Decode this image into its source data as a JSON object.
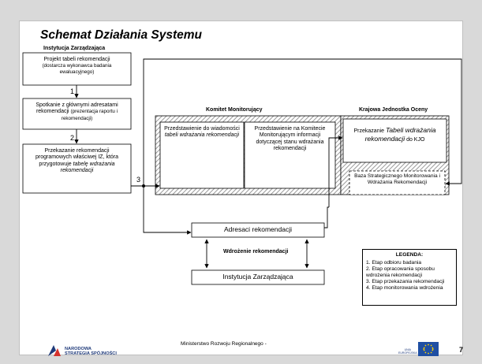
{
  "title": "Schemat Działania Systemu",
  "headers": {
    "iz": "Instytucja Zarządzająca",
    "km": "Komitet Monitorujący",
    "kjo": "Krajowa Jednostka Oceny"
  },
  "boxes": {
    "b1": "Projekt tabeli rekomendacji",
    "b1_sub": "(dostarcza wykonawca badania ewaluacyjnego)",
    "b2": "Spotkanie z głównymi adresatami rekomendacji",
    "b2_sub": "(prezentacja raportu i rekomendacji)",
    "b3": "Przekazanie rekomendacji programowych właściwej IZ, która przygotowuje",
    "b3_em": "tabelę wdrażania rekomendacji",
    "km1": "Przedstawienie do wiadomości",
    "km1_em": "tabeli wdrażania rekomendacji",
    "km2": "Przedstawienie na Komitecie Monitorującym informacji dotyczącej stanu wdrażania rekomendacji",
    "kjo1_a": "Przekazanie",
    "kjo1_em": "Tabeli wdrażania rekomendacji",
    "kjo1_b": "do KJO",
    "kjo2": "Baza Strategicznego Monitorowania i Wdrażania Rekomendacji",
    "adresaci": "Adresaci rekomendacji",
    "wdrozenie": "Wdrożenie rekomendacji",
    "iz_bottom": "Instytucja Zarządzająca"
  },
  "steps": {
    "s1": "1",
    "s2": "2",
    "s3": "3"
  },
  "legend": {
    "title": "LEGENDA:",
    "items": [
      "1. Etap odbioru badania",
      "2. Etap opracowania sposobu wdrożenia rekomendacji",
      "3. Etap przekazania rekomendacji",
      "4. Etap monitorowania wdrożenia"
    ]
  },
  "footer": {
    "logo_line1": "NARODOWA",
    "logo_line2": "STRATEGIA SPÓJNOŚCI",
    "ministry": "Ministerstwo Rozwoju Regionalnego -",
    "eu_line1": "UNIA",
    "eu_line2": "EUROPEJSKA",
    "page": "7"
  },
  "colors": {
    "hatch": "#a6a6a6",
    "eu_blue": "#1f4fa3",
    "eu_star": "#ffd200",
    "logo_blue": "#1f3a7a",
    "logo_red": "#d4312b"
  }
}
